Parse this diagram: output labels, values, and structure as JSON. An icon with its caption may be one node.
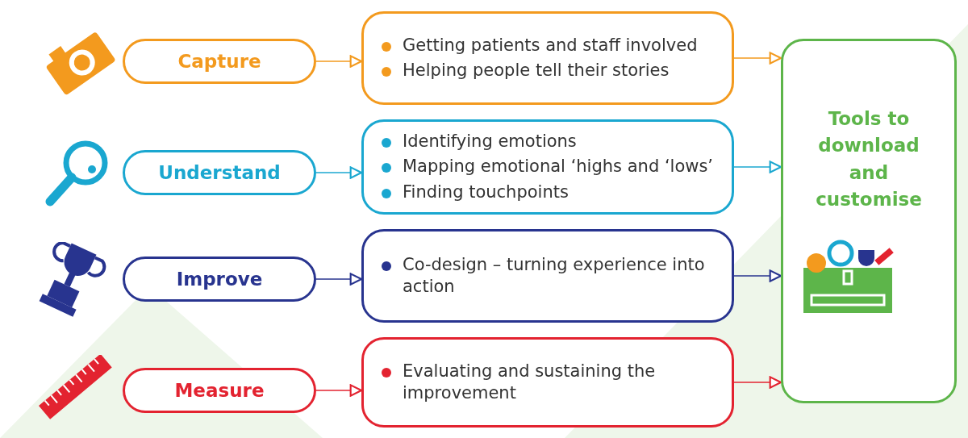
{
  "diagram": {
    "nodes": [
      {
        "text": [
          "Capture"
        ]
      },
      {
        "text": [
          "Getting patients and staff involved",
          "Helping people tell their stories"
        ]
      },
      {
        "text": [
          "Understand"
        ]
      },
      {
        "text": [
          "Identifying emotions",
          "Mapping emotional ‘highs and ‘lows’",
          "Finding touchpoints"
        ]
      },
      {
        "text": [
          "Improve"
        ]
      },
      {
        "text": [
          "Co-design – turning experience into action"
        ]
      },
      {
        "text": [
          "Measure"
        ]
      },
      {
        "text": [
          "Evaluating and sustaining the improvement"
        ]
      },
      {
        "text": [
          "Tools to download and customise"
        ]
      }
    ],
    "edges": [
      {
        "from": 0,
        "to": 1,
        "arrow": "to",
        "color": "#f39a1e"
      },
      {
        "from": 1,
        "to": 8,
        "arrow": "to",
        "color": "#f39a1e"
      },
      {
        "from": 2,
        "to": 3,
        "arrow": "to",
        "color": "#1aa7d0"
      },
      {
        "from": 3,
        "to": 8,
        "arrow": "to",
        "color": "#1aa7d0"
      },
      {
        "from": 4,
        "to": 5,
        "arrow": "to",
        "color": "#28348f"
      },
      {
        "from": 5,
        "to": 8,
        "arrow": "to",
        "color": "#28348f"
      },
      {
        "from": 6,
        "to": 7,
        "arrow": "to",
        "color": "#e32330"
      },
      {
        "from": 7,
        "to": 8,
        "arrow": "to",
        "color": "#e32330"
      }
    ]
  }
}
